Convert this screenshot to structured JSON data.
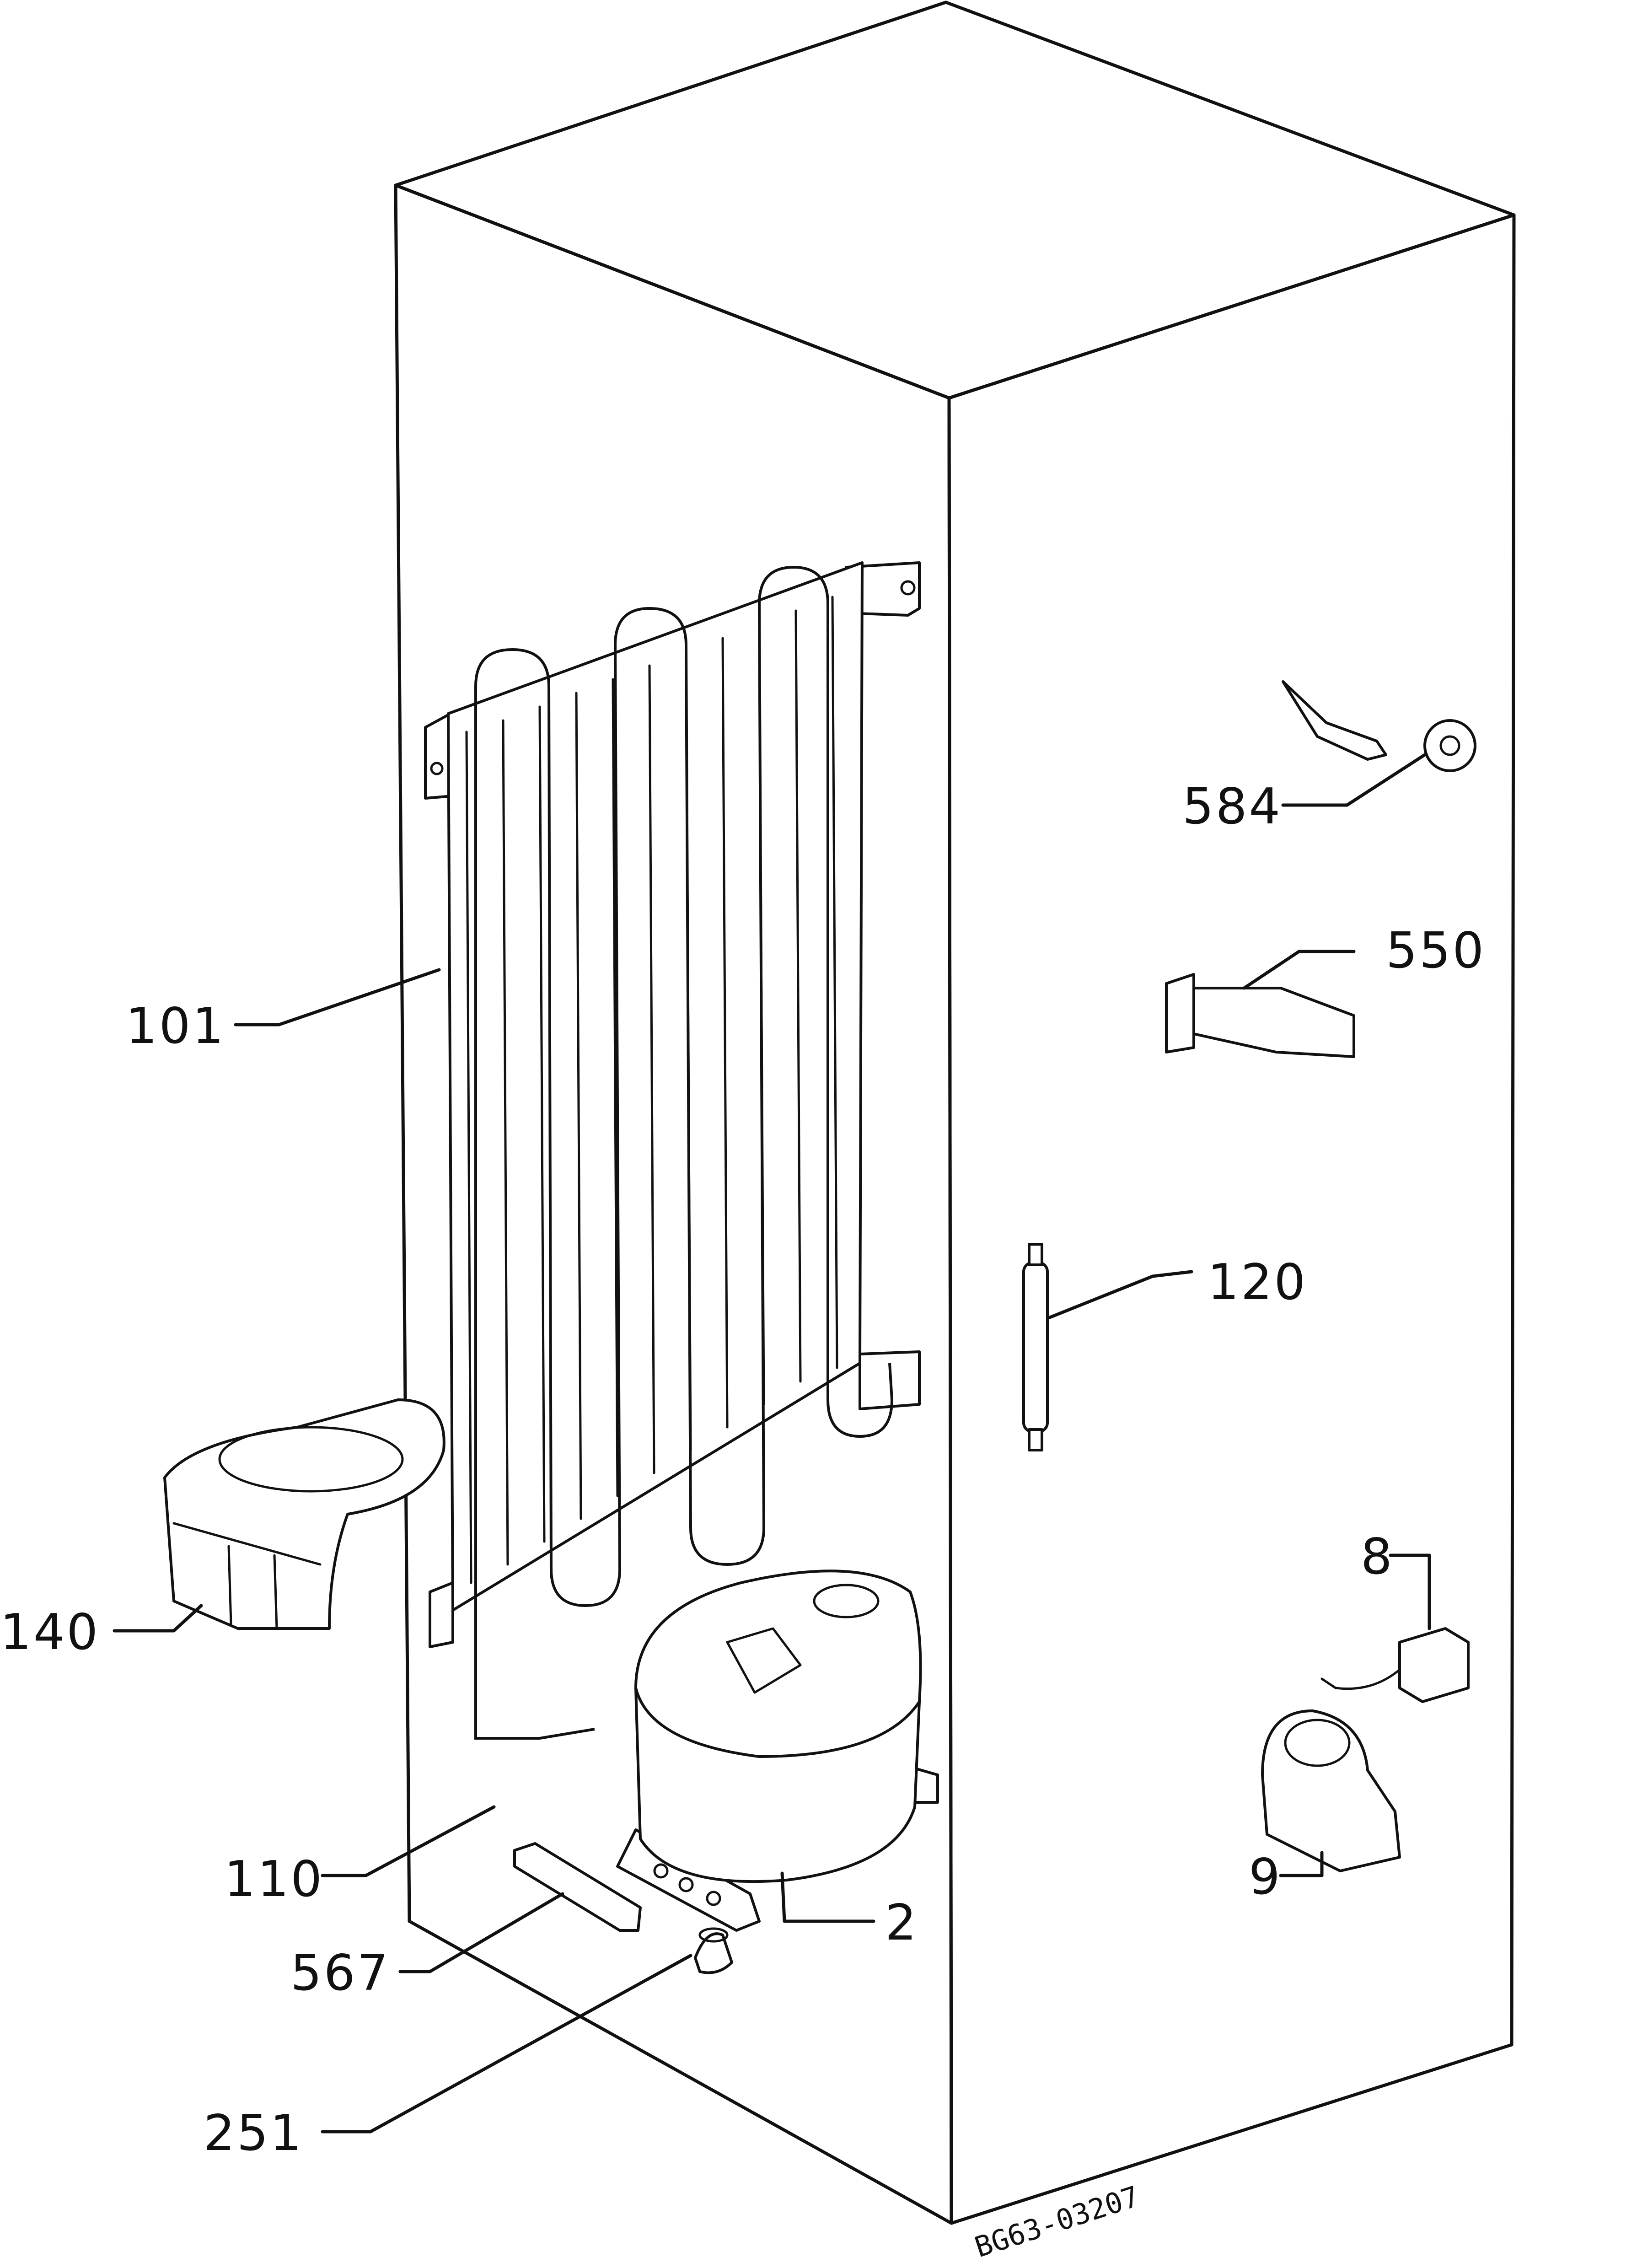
{
  "callouts": {
    "p584": "584",
    "p550": "550",
    "p101": "101",
    "p120": "120",
    "p8": "8",
    "p140": "140",
    "p110": "110",
    "p2": "2",
    "p9": "9",
    "p567": "567",
    "p251": "251"
  },
  "drawing_code": "BG63-03207"
}
